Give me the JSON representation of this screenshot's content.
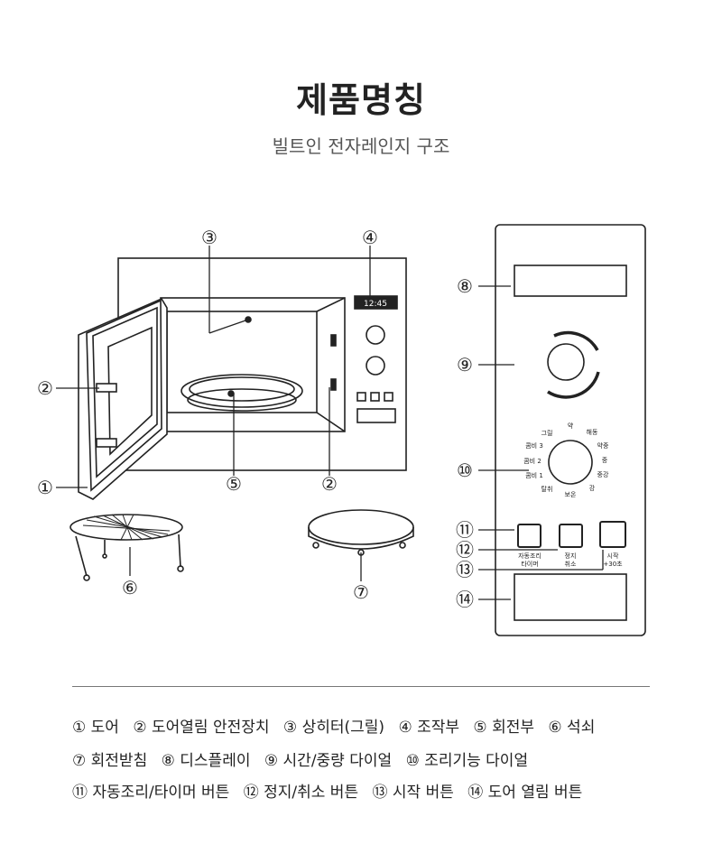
{
  "header": {
    "title": "제품명칭",
    "subtitle": "빌트인 전자레인지 구조"
  },
  "display": {
    "time": "12:45"
  },
  "callouts": [
    "①",
    "②",
    "③",
    "④",
    "⑤",
    "⑥",
    "⑦",
    "⑧",
    "⑨",
    "⑩",
    "⑪",
    "⑫",
    "⑬",
    "⑭"
  ],
  "dial": {
    "labels": [
      "약",
      "해동",
      "약중",
      "중",
      "중강",
      "강",
      "보온",
      "탈취",
      "콤비 1",
      "콤비 2",
      "콤비 3",
      "그릴"
    ]
  },
  "buttons": {
    "auto_cook": [
      "자동조리",
      "타이머"
    ],
    "stop": [
      "정지",
      "취소"
    ],
    "start": [
      "시작",
      "+30초"
    ]
  },
  "legend": {
    "row1": [
      "① 도어",
      "② 도어열림 안전장치",
      "③ 상히터(그릴)",
      "④ 조작부",
      "⑤ 회전부",
      "⑥ 석쇠"
    ],
    "row2": [
      "⑦ 회전받침",
      "⑧ 디스플레이",
      "⑨ 시간/중량 다이얼",
      "⑩ 조리기능 다이얼"
    ],
    "row3": [
      "⑪ 자동조리/타이머 버튼",
      "⑫ 정지/취소 버튼",
      "⑬ 시작 버튼",
      "⑭ 도어 열림 버튼"
    ]
  },
  "colors": {
    "line": "#222222",
    "text": "#222222",
    "subtitle": "#555555"
  }
}
